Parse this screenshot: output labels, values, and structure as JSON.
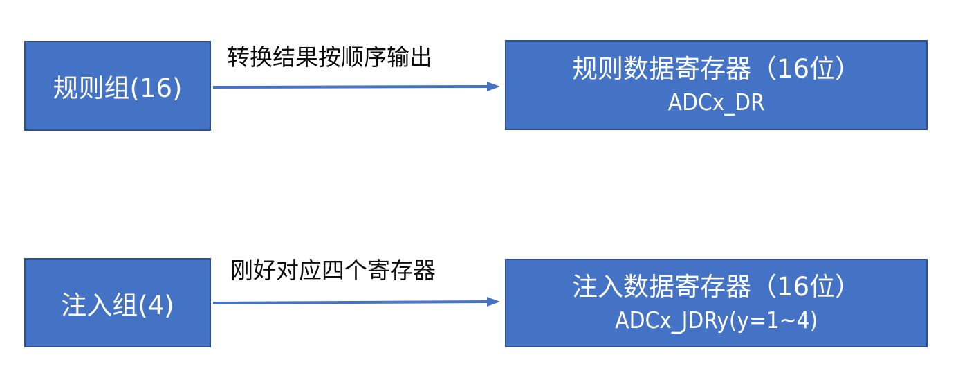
{
  "diagram": {
    "colors": {
      "box_fill": "#4472c4",
      "box_border": "#2f528f",
      "arrow": "#4472c4",
      "box_text": "#ffffff",
      "label_text": "#0d0d0d"
    },
    "rows": [
      {
        "source": {
          "label": "规则组(16)"
        },
        "edge": {
          "label": "转换结果按顺序输出"
        },
        "target": {
          "title": "规则数据寄存器（16位）",
          "register": "ADCx_DR"
        }
      },
      {
        "source": {
          "label": "注入组(4)"
        },
        "edge": {
          "label": "刚好对应四个寄存器"
        },
        "target": {
          "title": "注入数据寄存器（16位）",
          "register": "ADCx_JDRy(y=1~4)"
        }
      }
    ]
  }
}
